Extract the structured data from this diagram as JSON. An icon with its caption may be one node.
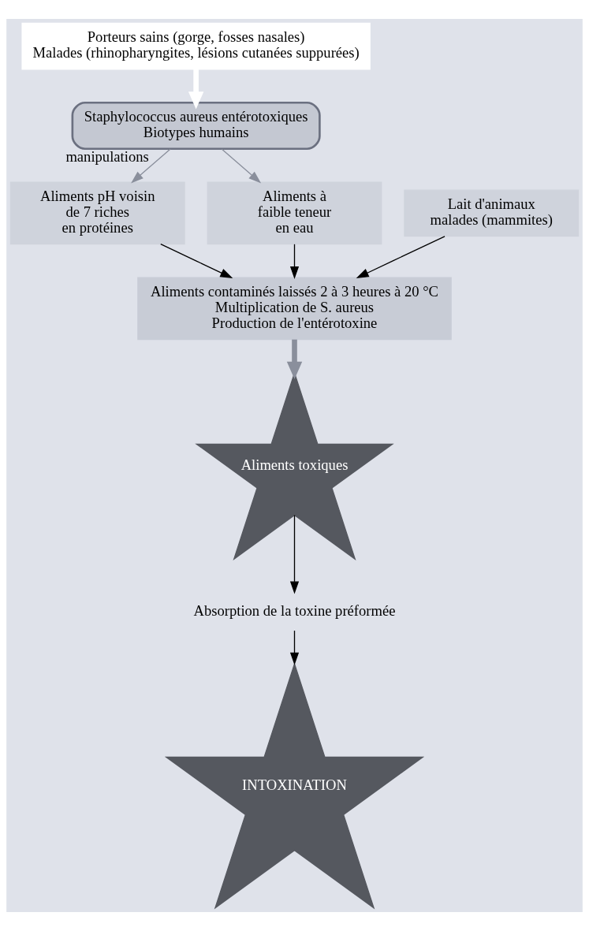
{
  "diagram": {
    "nodes": [
      {
        "text": [
          "Porteurs sains (gorge, fosses nasales)",
          "Malades (rhinopharyngites, lésions cutanées suppurées)"
        ]
      },
      {
        "text": [
          "Staphylococcus aureus entérotoxiques",
          "Biotypes humains"
        ]
      },
      {
        "text": [
          "Aliments pH voisin de 7 riches en protéines"
        ]
      },
      {
        "text": [
          "Aliments à faible teneur en eau"
        ]
      },
      {
        "text": [
          "Lait d'animaux malades (mammites)"
        ]
      },
      {
        "text": [
          "Aliments contaminés laissés 2 à 3 heures à 20 °C",
          "Multiplication de S. aureus",
          "Production de l'entérotoxine"
        ]
      },
      {
        "text": [
          "Aliments toxiques"
        ]
      },
      {
        "text": [
          "Absorption de la toxine préformée"
        ]
      },
      {
        "text": [
          "INTOXINATION"
        ]
      }
    ],
    "edges": [
      {
        "from": 0,
        "to": 1,
        "arrow": "to",
        "style": "thick",
        "color": "#ffffff"
      },
      {
        "from": 1,
        "to": 2,
        "arrow": "to",
        "label": "manipulations",
        "color": "#8a8f9c"
      },
      {
        "from": 1,
        "to": 3,
        "arrow": "to",
        "color": "#8a8f9c"
      },
      {
        "from": 2,
        "to": 5,
        "arrow": "to"
      },
      {
        "from": 3,
        "to": 5,
        "arrow": "to"
      },
      {
        "from": 4,
        "to": 5,
        "arrow": "to"
      },
      {
        "from": 5,
        "to": 6,
        "arrow": "to",
        "style": "thick",
        "color": "#8a8f9c"
      },
      {
        "from": 6,
        "to": 7,
        "arrow": "to"
      },
      {
        "from": 7,
        "to": 8,
        "arrow": "to"
      }
    ]
  }
}
